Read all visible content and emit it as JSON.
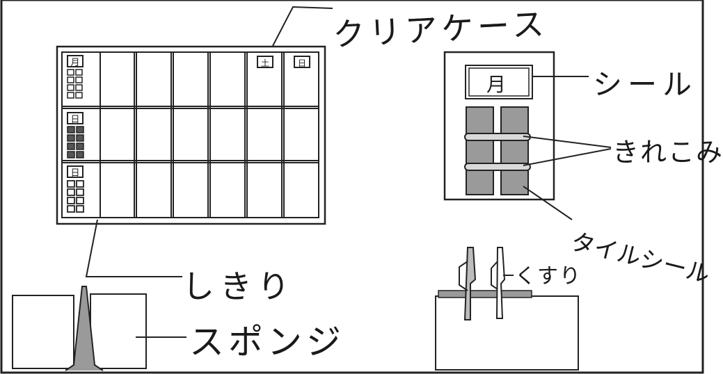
{
  "labels": {
    "clear_case": "クリアケース",
    "seal": "シール",
    "slit": "きれこみ",
    "tile_seal": "タイルシール",
    "divider": "しきり",
    "sponge": "スポンジ",
    "medicine": "くすり"
  },
  "calendar": {
    "row_day_labels": [
      "月",
      "日",
      "日"
    ],
    "header_day_labels": [
      "土",
      "日"
    ]
  },
  "card": {
    "day_label": "月"
  }
}
